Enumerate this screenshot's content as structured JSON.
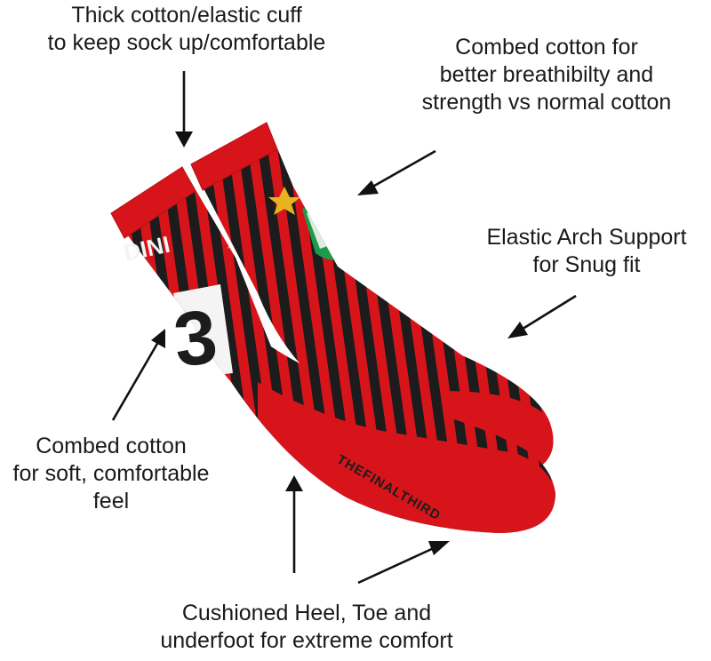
{
  "callouts": {
    "cuff": {
      "lines": [
        "Thick cotton/elastic cuff",
        "to keep sock up/comfortable"
      ]
    },
    "combed_cotton": {
      "lines": [
        "Combed cotton for",
        "better breathibilty and",
        "strength vs normal cotton"
      ]
    },
    "arch_support": {
      "lines": [
        "Elastic Arch Support",
        "for Snug fit"
      ]
    },
    "soft_feel": {
      "lines": [
        "Combed cotton",
        "for soft, comfortable",
        "feel"
      ]
    },
    "heel_toe": {
      "lines": [
        "Cushioned Heel, Toe and",
        "underfoot for extreme comfort"
      ]
    }
  },
  "sock": {
    "brand_text": "THEFINALTHIRD",
    "name_text": "DINI",
    "number_text": "3",
    "colors": {
      "red": "#d8141b",
      "black": "#1c1c1c",
      "green": "#1f9a4a",
      "gold": "#e8b321",
      "white": "#f4f4f4"
    }
  }
}
